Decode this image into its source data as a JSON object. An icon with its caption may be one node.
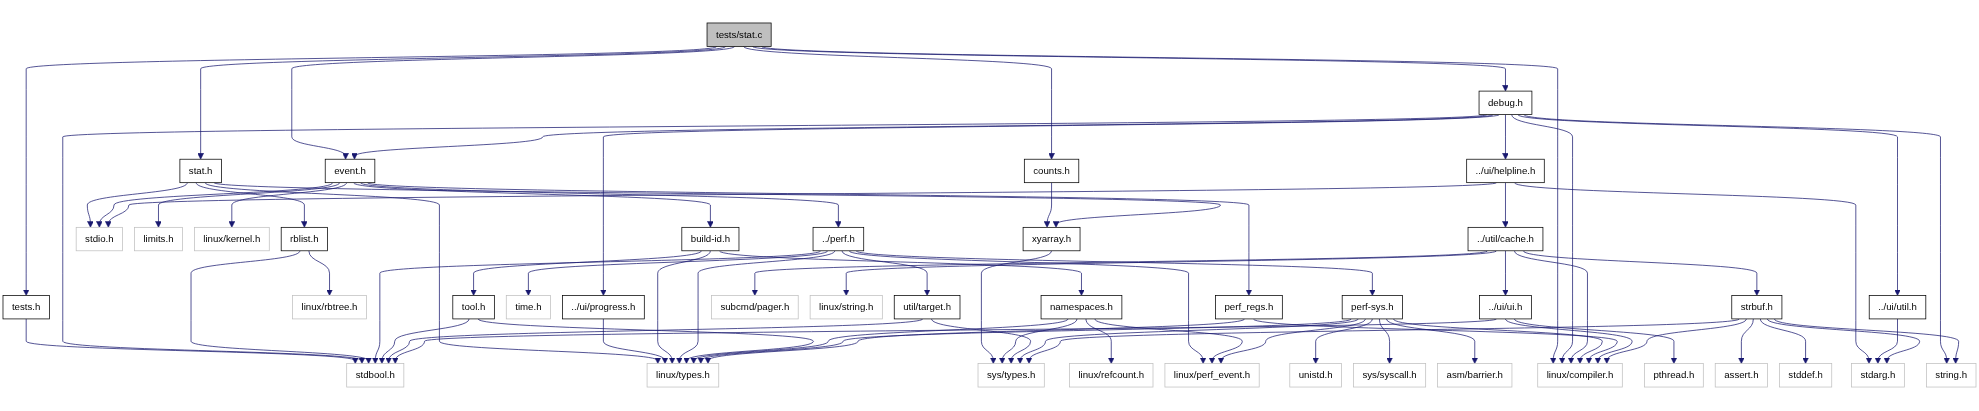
{
  "diagram": {
    "nodes": [
      {
        "text": [
          "tests/stat.c"
        ]
      },
      {
        "text": [
          "tests.h"
        ]
      },
      {
        "text": [
          "counts.h"
        ]
      },
      {
        "text": [
          "debug.h"
        ]
      },
      {
        "text": [
          "stat.h"
        ]
      },
      {
        "text": [
          "../ui/progress.h"
        ]
      },
      {
        "text": [
          "event.h"
        ]
      },
      {
        "text": [
          "../ui/helpline.h"
        ]
      },
      {
        "text": [
          "../ui/util.h"
        ]
      },
      {
        "text": [
          "rblist.h"
        ]
      },
      {
        "text": [
          "build-id.h"
        ]
      },
      {
        "text": [
          "stdio.h"
        ]
      },
      {
        "text": [
          "limits.h"
        ]
      },
      {
        "text": [
          "linux/kernel.h"
        ]
      },
      {
        "text": [
          "../perf.h"
        ]
      },
      {
        "text": [
          "xyarray.h"
        ]
      },
      {
        "text": [
          "../util/cache.h"
        ]
      },
      {
        "text": [
          "linux/rbtree.h"
        ]
      },
      {
        "text": [
          "tool.h"
        ]
      },
      {
        "text": [
          "namespaces.h"
        ]
      },
      {
        "text": [
          "util/target.h"
        ]
      },
      {
        "text": [
          "time.h"
        ]
      },
      {
        "text": [
          "perf-sys.h"
        ]
      },
      {
        "text": [
          "perf_regs.h"
        ]
      },
      {
        "text": [
          "../ui/ui.h"
        ]
      },
      {
        "text": [
          "subcmd/pager.h"
        ]
      },
      {
        "text": [
          "linux/string.h"
        ]
      },
      {
        "text": [
          "strbuf.h"
        ]
      },
      {
        "text": [
          "linux/types.h"
        ]
      },
      {
        "text": [
          "linux/refcount.h"
        ]
      },
      {
        "text": [
          "stdbool.h"
        ]
      },
      {
        "text": [
          "linux/perf_event.h"
        ]
      },
      {
        "text": [
          "sys/types.h"
        ]
      },
      {
        "text": [
          "unistd.h"
        ]
      },
      {
        "text": [
          "sys/syscall.h"
        ]
      },
      {
        "text": [
          "asm/barrier.h"
        ]
      },
      {
        "text": [
          "pthread.h"
        ]
      },
      {
        "text": [
          "linux/compiler.h"
        ]
      },
      {
        "text": [
          "assert.h"
        ]
      },
      {
        "text": [
          "stddef.h"
        ]
      },
      {
        "text": [
          "stdarg.h"
        ]
      },
      {
        "text": [
          "string.h"
        ]
      }
    ],
    "edges": [
      {
        "from": 0,
        "to": 4,
        "arrow": "to"
      },
      {
        "from": 0,
        "to": 1,
        "arrow": "to"
      },
      {
        "from": 0,
        "to": 6,
        "arrow": "to"
      },
      {
        "from": 0,
        "to": 2,
        "arrow": "to"
      },
      {
        "from": 0,
        "to": 3,
        "arrow": "to"
      },
      {
        "from": 0,
        "to": 37,
        "arrow": "to"
      },
      {
        "from": 1,
        "to": 30,
        "arrow": "to"
      },
      {
        "from": 2,
        "to": 15,
        "arrow": "to"
      },
      {
        "from": 3,
        "to": 5,
        "arrow": "to"
      },
      {
        "from": 3,
        "to": 6,
        "arrow": "to"
      },
      {
        "from": 3,
        "to": 7,
        "arrow": "to"
      },
      {
        "from": 3,
        "to": 8,
        "arrow": "to"
      },
      {
        "from": 3,
        "to": 30,
        "arrow": "to"
      },
      {
        "from": 3,
        "to": 37,
        "arrow": "to"
      },
      {
        "from": 3,
        "to": 41,
        "arrow": "to"
      },
      {
        "from": 4,
        "to": 9,
        "arrow": "to"
      },
      {
        "from": 4,
        "to": 11,
        "arrow": "to"
      },
      {
        "from": 4,
        "to": 28,
        "arrow": "to"
      },
      {
        "from": 4,
        "to": 15,
        "arrow": "to"
      },
      {
        "from": 5,
        "to": 28,
        "arrow": "to"
      },
      {
        "from": 6,
        "to": 10,
        "arrow": "to"
      },
      {
        "from": 6,
        "to": 11,
        "arrow": "to"
      },
      {
        "from": 6,
        "to": 12,
        "arrow": "to"
      },
      {
        "from": 6,
        "to": 13,
        "arrow": "to"
      },
      {
        "from": 6,
        "to": 14,
        "arrow": "to"
      },
      {
        "from": 6,
        "to": 23,
        "arrow": "to"
      },
      {
        "from": 7,
        "to": 11,
        "arrow": "to"
      },
      {
        "from": 7,
        "to": 16,
        "arrow": "to"
      },
      {
        "from": 7,
        "to": 40,
        "arrow": "to"
      },
      {
        "from": 8,
        "to": 40,
        "arrow": "to"
      },
      {
        "from": 9,
        "to": 17,
        "arrow": "to"
      },
      {
        "from": 9,
        "to": 30,
        "arrow": "to"
      },
      {
        "from": 10,
        "to": 18,
        "arrow": "to"
      },
      {
        "from": 10,
        "to": 19,
        "arrow": "to"
      },
      {
        "from": 10,
        "to": 28,
        "arrow": "to"
      },
      {
        "from": 14,
        "to": 20,
        "arrow": "to"
      },
      {
        "from": 14,
        "to": 21,
        "arrow": "to"
      },
      {
        "from": 14,
        "to": 22,
        "arrow": "to"
      },
      {
        "from": 14,
        "to": 28,
        "arrow": "to"
      },
      {
        "from": 14,
        "to": 30,
        "arrow": "to"
      },
      {
        "from": 14,
        "to": 31,
        "arrow": "to"
      },
      {
        "from": 15,
        "to": 32,
        "arrow": "to"
      },
      {
        "from": 16,
        "to": 24,
        "arrow": "to"
      },
      {
        "from": 16,
        "to": 37,
        "arrow": "to"
      },
      {
        "from": 16,
        "to": 25,
        "arrow": "to"
      },
      {
        "from": 16,
        "to": 26,
        "arrow": "to"
      },
      {
        "from": 16,
        "to": 27,
        "arrow": "to"
      },
      {
        "from": 18,
        "to": 28,
        "arrow": "to"
      },
      {
        "from": 18,
        "to": 30,
        "arrow": "to"
      },
      {
        "from": 19,
        "to": 28,
        "arrow": "to"
      },
      {
        "from": 19,
        "to": 29,
        "arrow": "to"
      },
      {
        "from": 19,
        "to": 31,
        "arrow": "to"
      },
      {
        "from": 19,
        "to": 32,
        "arrow": "to"
      },
      {
        "from": 20,
        "to": 30,
        "arrow": "to"
      },
      {
        "from": 20,
        "to": 32,
        "arrow": "to"
      },
      {
        "from": 22,
        "to": 28,
        "arrow": "to"
      },
      {
        "from": 22,
        "to": 31,
        "arrow": "to"
      },
      {
        "from": 22,
        "to": 32,
        "arrow": "to"
      },
      {
        "from": 22,
        "to": 33,
        "arrow": "to"
      },
      {
        "from": 22,
        "to": 34,
        "arrow": "to"
      },
      {
        "from": 22,
        "to": 35,
        "arrow": "to"
      },
      {
        "from": 22,
        "to": 37,
        "arrow": "to"
      },
      {
        "from": 23,
        "to": 28,
        "arrow": "to"
      },
      {
        "from": 23,
        "to": 37,
        "arrow": "to"
      },
      {
        "from": 24,
        "to": 36,
        "arrow": "to"
      },
      {
        "from": 24,
        "to": 30,
        "arrow": "to"
      },
      {
        "from": 24,
        "to": 37,
        "arrow": "to"
      },
      {
        "from": 27,
        "to": 38,
        "arrow": "to"
      },
      {
        "from": 27,
        "to": 39,
        "arrow": "to"
      },
      {
        "from": 27,
        "to": 40,
        "arrow": "to"
      },
      {
        "from": 27,
        "to": 41,
        "arrow": "to"
      },
      {
        "from": 27,
        "to": 37,
        "arrow": "to"
      },
      {
        "from": 27,
        "to": 32,
        "arrow": "to"
      }
    ]
  }
}
